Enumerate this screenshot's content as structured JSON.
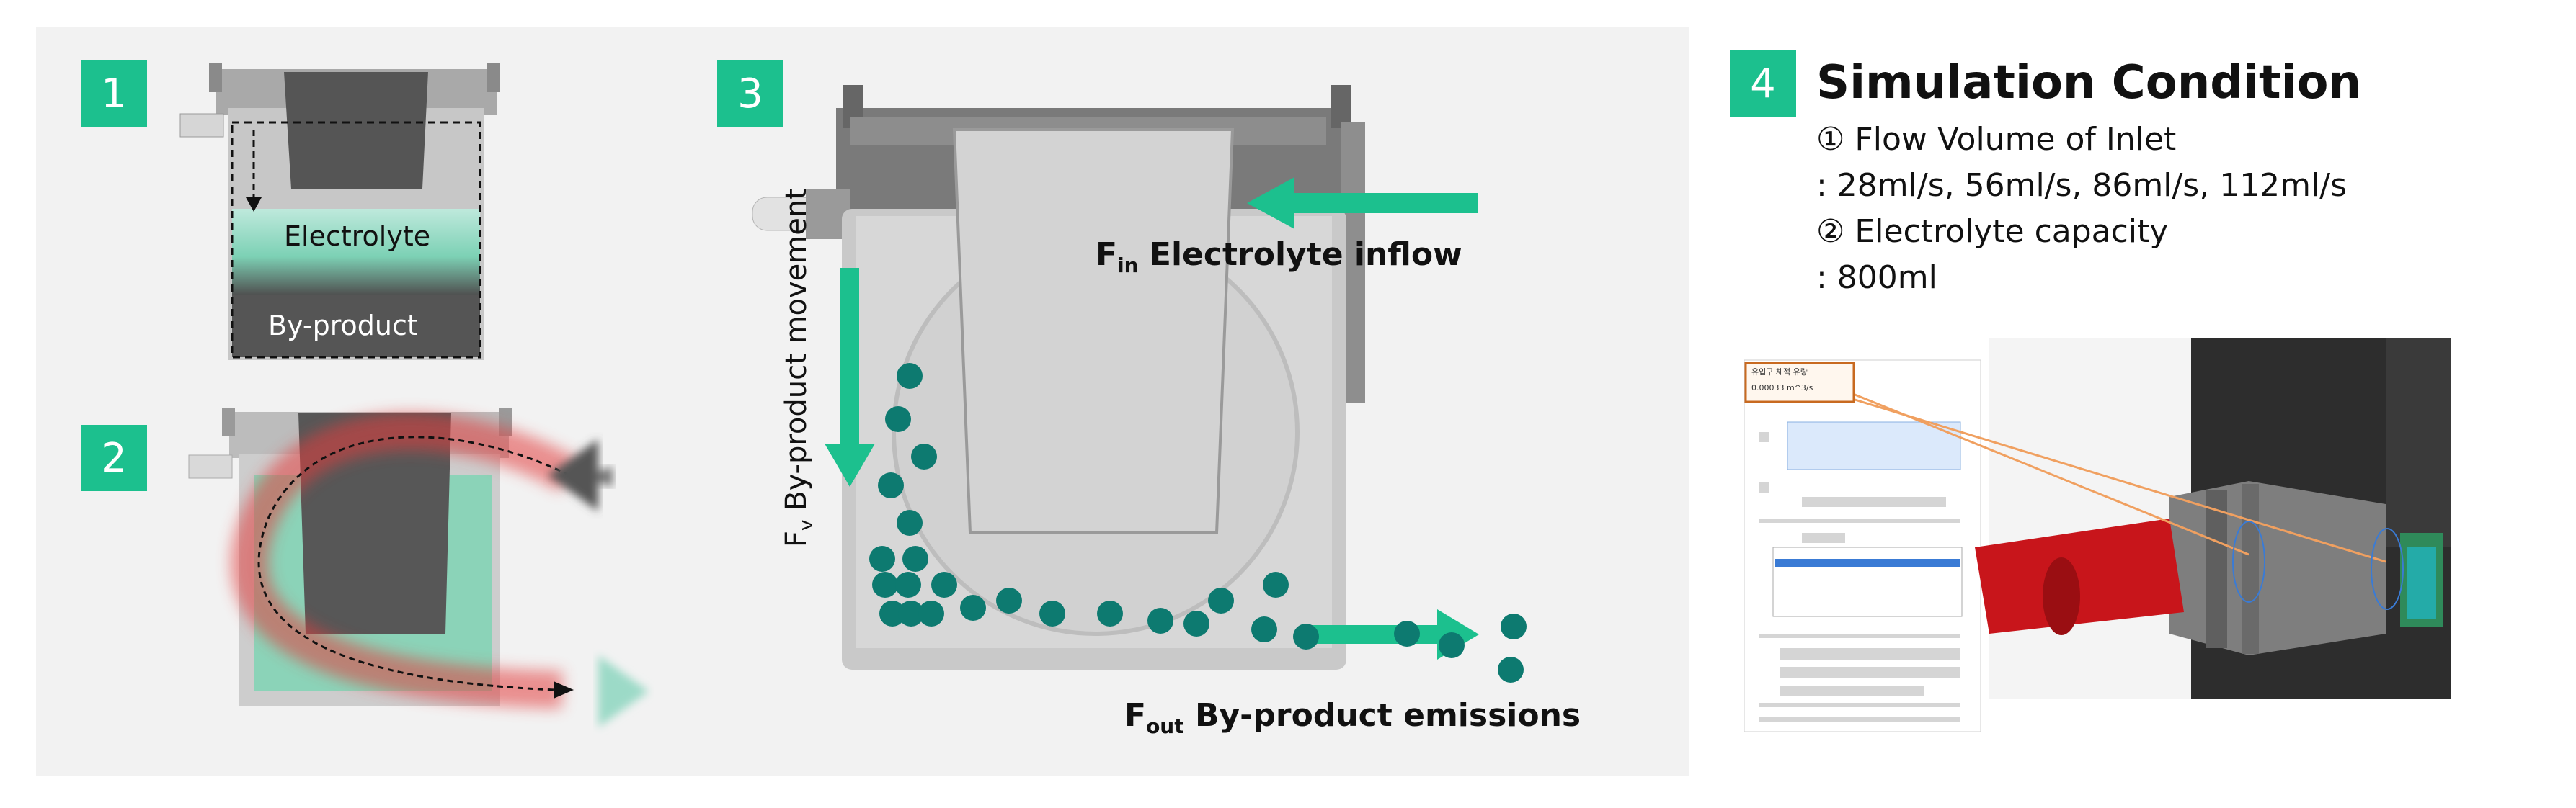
{
  "panels": {
    "p1": {
      "number": "1",
      "labels": {
        "electrolyte": "Electrolyte",
        "byproduct": "By-product"
      }
    },
    "p2": {
      "number": "2"
    },
    "p3": {
      "number": "3",
      "labels": {
        "fin_symbol": "F",
        "fin_sub": "in",
        "fin_text": "Electrolyte inflow",
        "fv_symbol": "F",
        "fv_sub": "v",
        "fv_text": "By-product movement",
        "fout_symbol": "F",
        "fout_sub": "out",
        "fout_text": "By-product emissions"
      }
    },
    "p4": {
      "number": "4",
      "title": "Simulation Condition",
      "lines": [
        "① Flow Volume of Inlet",
        ": 28ml/s, 56ml/s, 86ml/s, 112ml/s",
        "② Electrolyte capacity",
        ": 800ml"
      ],
      "screenshot": {
        "callout_title": "유입구 체적 유량",
        "callout_value": "0.00033 m^3/s"
      }
    }
  },
  "colors": {
    "accent": "#1cc08e",
    "teal_particle": "#0d7a70",
    "panel_bg": "#f2f2f2",
    "tank_dark": "#5a5a5a",
    "tank_light": "#cfcfcf",
    "inlet_red": "#c8151b",
    "callout_orange": "#f0a060"
  },
  "icons": [
    "arrow-down-icon",
    "arrow-left-icon",
    "arrow-right-icon",
    "dashed-flow-arrow-icon"
  ]
}
